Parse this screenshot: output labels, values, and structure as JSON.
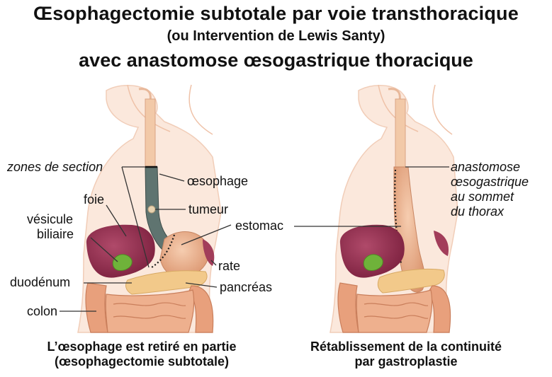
{
  "title": {
    "line1": "Œsophagectomie subtotale par voie transthoracique",
    "line2": "(ou Intervention de Lewis Santy)",
    "line3": "avec anastomose œsogastrique thoracique"
  },
  "labels": {
    "zones_section": "zones de section",
    "oesophage": "œsophage",
    "foie": "foie",
    "tumeur": "tumeur",
    "vesicule_line1": "vésicule",
    "vesicule_line2": "biliaire",
    "estomac": "estomac",
    "rate": "rate",
    "duodenum": "duodénum",
    "pancreas": "pancréas",
    "colon": "colon",
    "anastomose_line1": "anastomose",
    "anastomose_line2": "œsogastrique",
    "anastomose_line3": "au sommet",
    "anastomose_line4": "du thorax"
  },
  "captions": {
    "left_line1": "L’œsophage est retiré en partie",
    "left_line2": "(œsophagectomie subtotale)",
    "right_line1": "Rétablissement de la continuité",
    "right_line2": "par gastroplastie"
  },
  "colors": {
    "skin": "#f4cdb4",
    "liver": "#8e2a4a",
    "gallbladder": "#6fb23a",
    "stomach": "#e9b08a",
    "oesophagus_removed": "#5f7470",
    "pancreas": "#f2c98a",
    "intestine": "#e8a07c"
  }
}
